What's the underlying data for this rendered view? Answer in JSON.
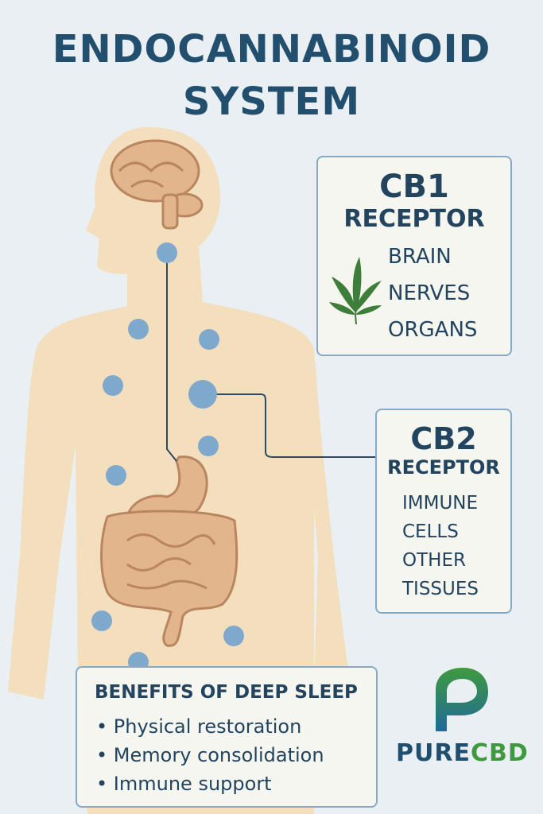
{
  "title": {
    "line1": "ENDOCANNABINOID",
    "line2": "SYSTEM"
  },
  "cb1": {
    "title": "CB1",
    "subtitle": "RECEPTOR",
    "items": [
      "BRAIN",
      "NERVES",
      "ORGANS"
    ],
    "icon": "cannabis-leaf-icon"
  },
  "cb2": {
    "title": "CB2",
    "subtitle": "RECEPTOR",
    "items": [
      "IMMUNE",
      "CELLS",
      "OTHER",
      "TISSUES"
    ]
  },
  "benefits": {
    "title": "BENEFITS OF DEEP SLEEP",
    "items": [
      "Physical restoration",
      "Memory consolidation",
      "Immune support"
    ]
  },
  "logo": {
    "part1": "PURE",
    "part2": "CBD",
    "color1": "#1f4e6e",
    "color2": "#3f9a3f"
  },
  "colors": {
    "title": "#234f6e",
    "body": "#f3dfbd",
    "receptor": "#7ea9cd",
    "organ": "#e2b58c"
  }
}
